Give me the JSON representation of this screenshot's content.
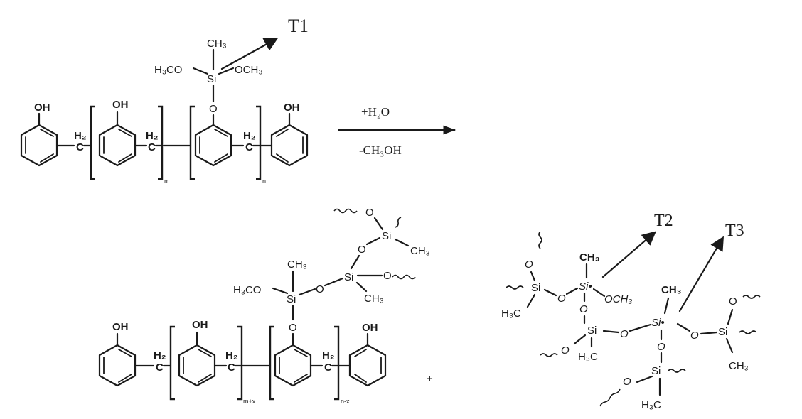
{
  "annotations": {
    "t1": "T1",
    "t2": "T2",
    "t3": "T3"
  },
  "reaction": {
    "plus_water": "+H₂O",
    "minus_methanol": "-CH₃OH",
    "plus_sign": "+"
  },
  "labels": {
    "oh": "OH",
    "ch3": "CH₃",
    "h3co": "H₃CO",
    "och3": "OCH₃",
    "si": "Si",
    "si_dot": "Si•",
    "o": "O",
    "h3c": "H₃C",
    "ch2_h": "H₂",
    "ch2_c": "C"
  },
  "subscripts": {
    "m": "m",
    "n": "n",
    "m_plus_x": "m+x",
    "n_minus_x": "n-x"
  },
  "colors": {
    "ink": "#1a1a1a",
    "background": "#ffffff"
  }
}
